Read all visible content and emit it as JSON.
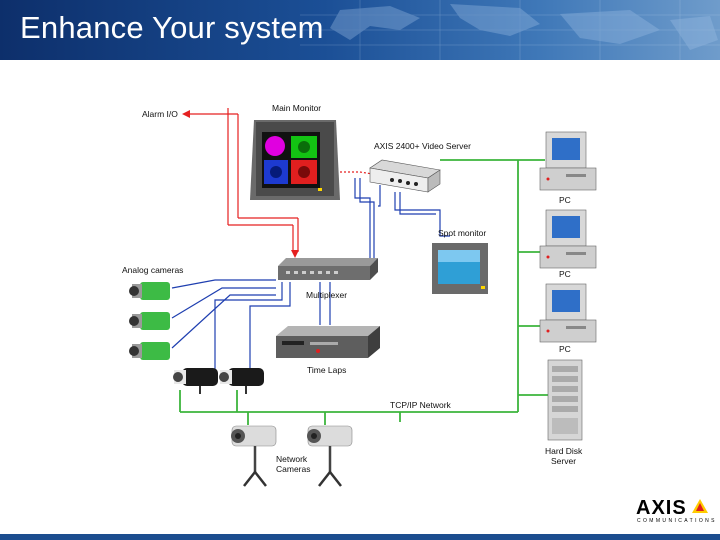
{
  "title": "Enhance Your system",
  "labels": {
    "alarm_io": "Alarm I/O",
    "main_monitor": "Main Monitor",
    "video_server": "AXIS 2400+ Video Server",
    "spot_monitor": "Spot monitor",
    "analog_cameras": "Analog cameras",
    "multiplexer": "Multiplexer",
    "time_laps": "Time Laps",
    "tcpip_network": "TCP/IP Network",
    "network_cameras_1": "Network",
    "network_cameras_2": "Cameras",
    "pc_1": "PC",
    "pc_2": "PC",
    "pc_3": "PC",
    "hard_disk_1": "Hard Disk",
    "hard_disk_2": "Server"
  },
  "logo": {
    "word": "AXIS",
    "sub": "COMMUNICATIONS"
  },
  "colors": {
    "network_line": "#3cb43c",
    "alarm_line": "#e52020",
    "video_line": "#1f3fb0",
    "header": "#1b4f96"
  }
}
